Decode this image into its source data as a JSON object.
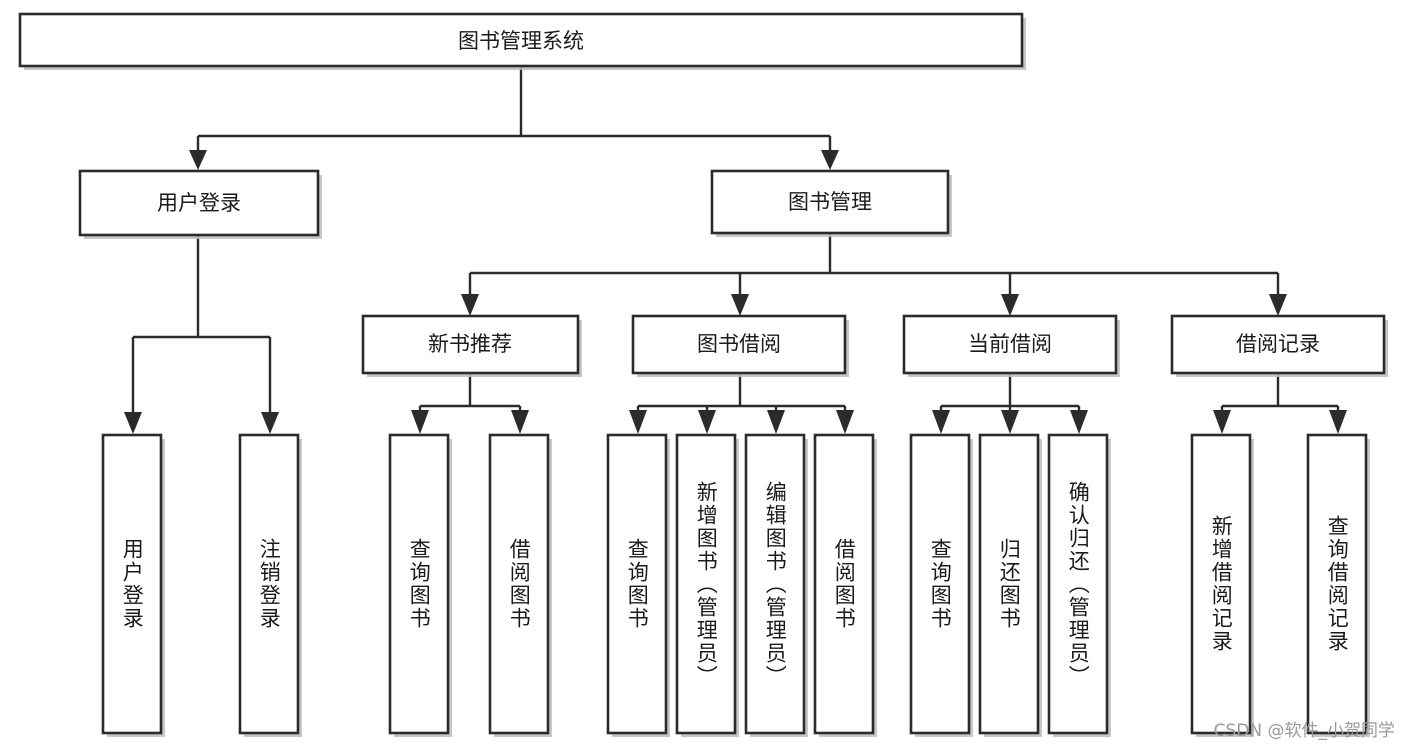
{
  "diagram": {
    "type": "tree",
    "title": "图书管理系统",
    "watermark": "CSDN @软件_小贺同学",
    "colors": {
      "box_stroke": "#2b2b2b",
      "box_fill": "#ffffff",
      "connector": "#2b2b2b",
      "shadow": "#bdbdbd",
      "text": "#1b1b1b",
      "watermark": "#9a9a9a",
      "background": "#ffffff"
    },
    "root": {
      "label": "图书管理系统",
      "orientation": "horizontal"
    },
    "level2": [
      {
        "id": "user-login",
        "label": "用户登录",
        "orientation": "horizontal"
      },
      {
        "id": "book-manage",
        "label": "图书管理",
        "orientation": "horizontal"
      }
    ],
    "level3": [
      {
        "id": "new-book-recommend",
        "label": "新书推荐",
        "parent": "book-manage",
        "orientation": "horizontal"
      },
      {
        "id": "book-borrow",
        "label": "图书借阅",
        "parent": "book-manage",
        "orientation": "horizontal"
      },
      {
        "id": "current-borrow",
        "label": "当前借阅",
        "parent": "book-manage",
        "orientation": "horizontal"
      },
      {
        "id": "borrow-record",
        "label": "借阅记录",
        "parent": "book-manage",
        "orientation": "horizontal"
      }
    ],
    "leaves": [
      {
        "id": "leaf-user-login",
        "label": "用户登录",
        "parent": "user-login",
        "orientation": "vertical"
      },
      {
        "id": "leaf-logout-login",
        "label": "注销登录",
        "parent": "user-login",
        "orientation": "vertical"
      },
      {
        "id": "leaf-query-book-1",
        "label": "查询图书",
        "parent": "new-book-recommend",
        "orientation": "vertical"
      },
      {
        "id": "leaf-borrow-book-1",
        "label": "借阅图书",
        "parent": "new-book-recommend",
        "orientation": "vertical"
      },
      {
        "id": "leaf-query-book-2",
        "label": "查询图书",
        "parent": "book-borrow",
        "orientation": "vertical"
      },
      {
        "id": "leaf-add-book",
        "label": "新增图书（管理员）",
        "parent": "book-borrow",
        "orientation": "vertical"
      },
      {
        "id": "leaf-edit-book",
        "label": "编辑图书（管理员）",
        "parent": "book-borrow",
        "orientation": "vertical"
      },
      {
        "id": "leaf-borrow-book-2",
        "label": "借阅图书",
        "parent": "book-borrow",
        "orientation": "vertical"
      },
      {
        "id": "leaf-query-book-3",
        "label": "查询图书",
        "parent": "current-borrow",
        "orientation": "vertical"
      },
      {
        "id": "leaf-return-book",
        "label": "归还图书",
        "parent": "current-borrow",
        "orientation": "vertical"
      },
      {
        "id": "leaf-confirm-return",
        "label": "确认归还（管理员）",
        "parent": "current-borrow",
        "orientation": "vertical"
      },
      {
        "id": "leaf-add-record",
        "label": "新增借阅记录",
        "parent": "borrow-record",
        "orientation": "vertical"
      },
      {
        "id": "leaf-query-record",
        "label": "查询借阅记录",
        "parent": "borrow-record",
        "orientation": "vertical"
      }
    ]
  }
}
